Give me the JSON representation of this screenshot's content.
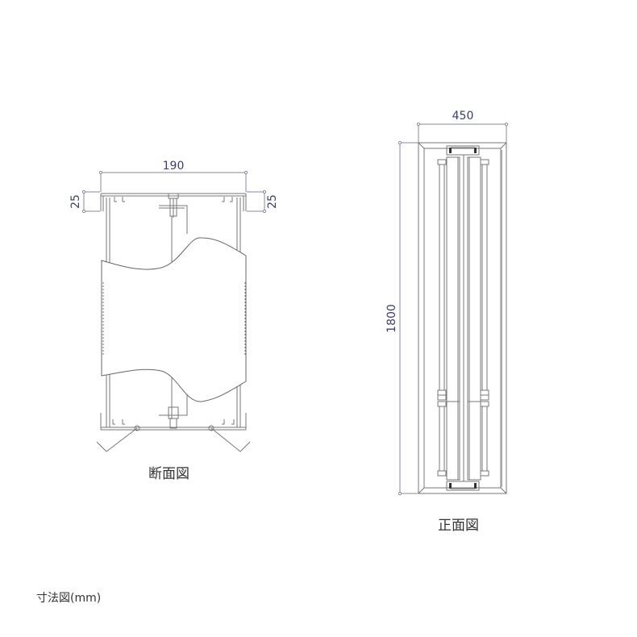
{
  "caption": "寸法図(mm)",
  "section_view": {
    "title": "断面図",
    "dimensions": {
      "width": "190",
      "top_left_depth": "25",
      "top_right_depth": "25"
    }
  },
  "front_view": {
    "title": "正面図",
    "dimensions": {
      "width": "450",
      "height": "1800"
    }
  },
  "colors": {
    "dimension": "#3a3f6b",
    "line": "#777777",
    "text": "#333333"
  }
}
